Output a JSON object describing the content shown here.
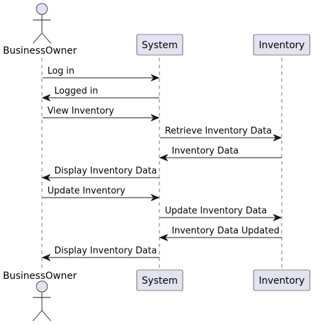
{
  "diagram": {
    "type": "sequence",
    "participants": [
      {
        "id": "owner",
        "label": "BusinessOwner",
        "kind": "actor"
      },
      {
        "id": "system",
        "label": "System",
        "kind": "participant"
      },
      {
        "id": "inventory",
        "label": "Inventory",
        "kind": "participant"
      }
    ],
    "messages": [
      {
        "from": "owner",
        "to": "system",
        "label": "Log in"
      },
      {
        "from": "system",
        "to": "owner",
        "label": "Logged in"
      },
      {
        "from": "owner",
        "to": "system",
        "label": "View Inventory"
      },
      {
        "from": "system",
        "to": "inventory",
        "label": "Retrieve Inventory Data"
      },
      {
        "from": "inventory",
        "to": "system",
        "label": "Inventory Data"
      },
      {
        "from": "system",
        "to": "owner",
        "label": "Display Inventory Data"
      },
      {
        "from": "owner",
        "to": "system",
        "label": "Update Inventory"
      },
      {
        "from": "system",
        "to": "inventory",
        "label": "Update Inventory Data"
      },
      {
        "from": "inventory",
        "to": "system",
        "label": "Inventory Data Updated"
      },
      {
        "from": "system",
        "to": "owner",
        "label": "Display Inventory Data"
      }
    ],
    "colors": {
      "participant_fill": "#e2e2f0",
      "line": "#181818",
      "text": "#000000"
    }
  }
}
